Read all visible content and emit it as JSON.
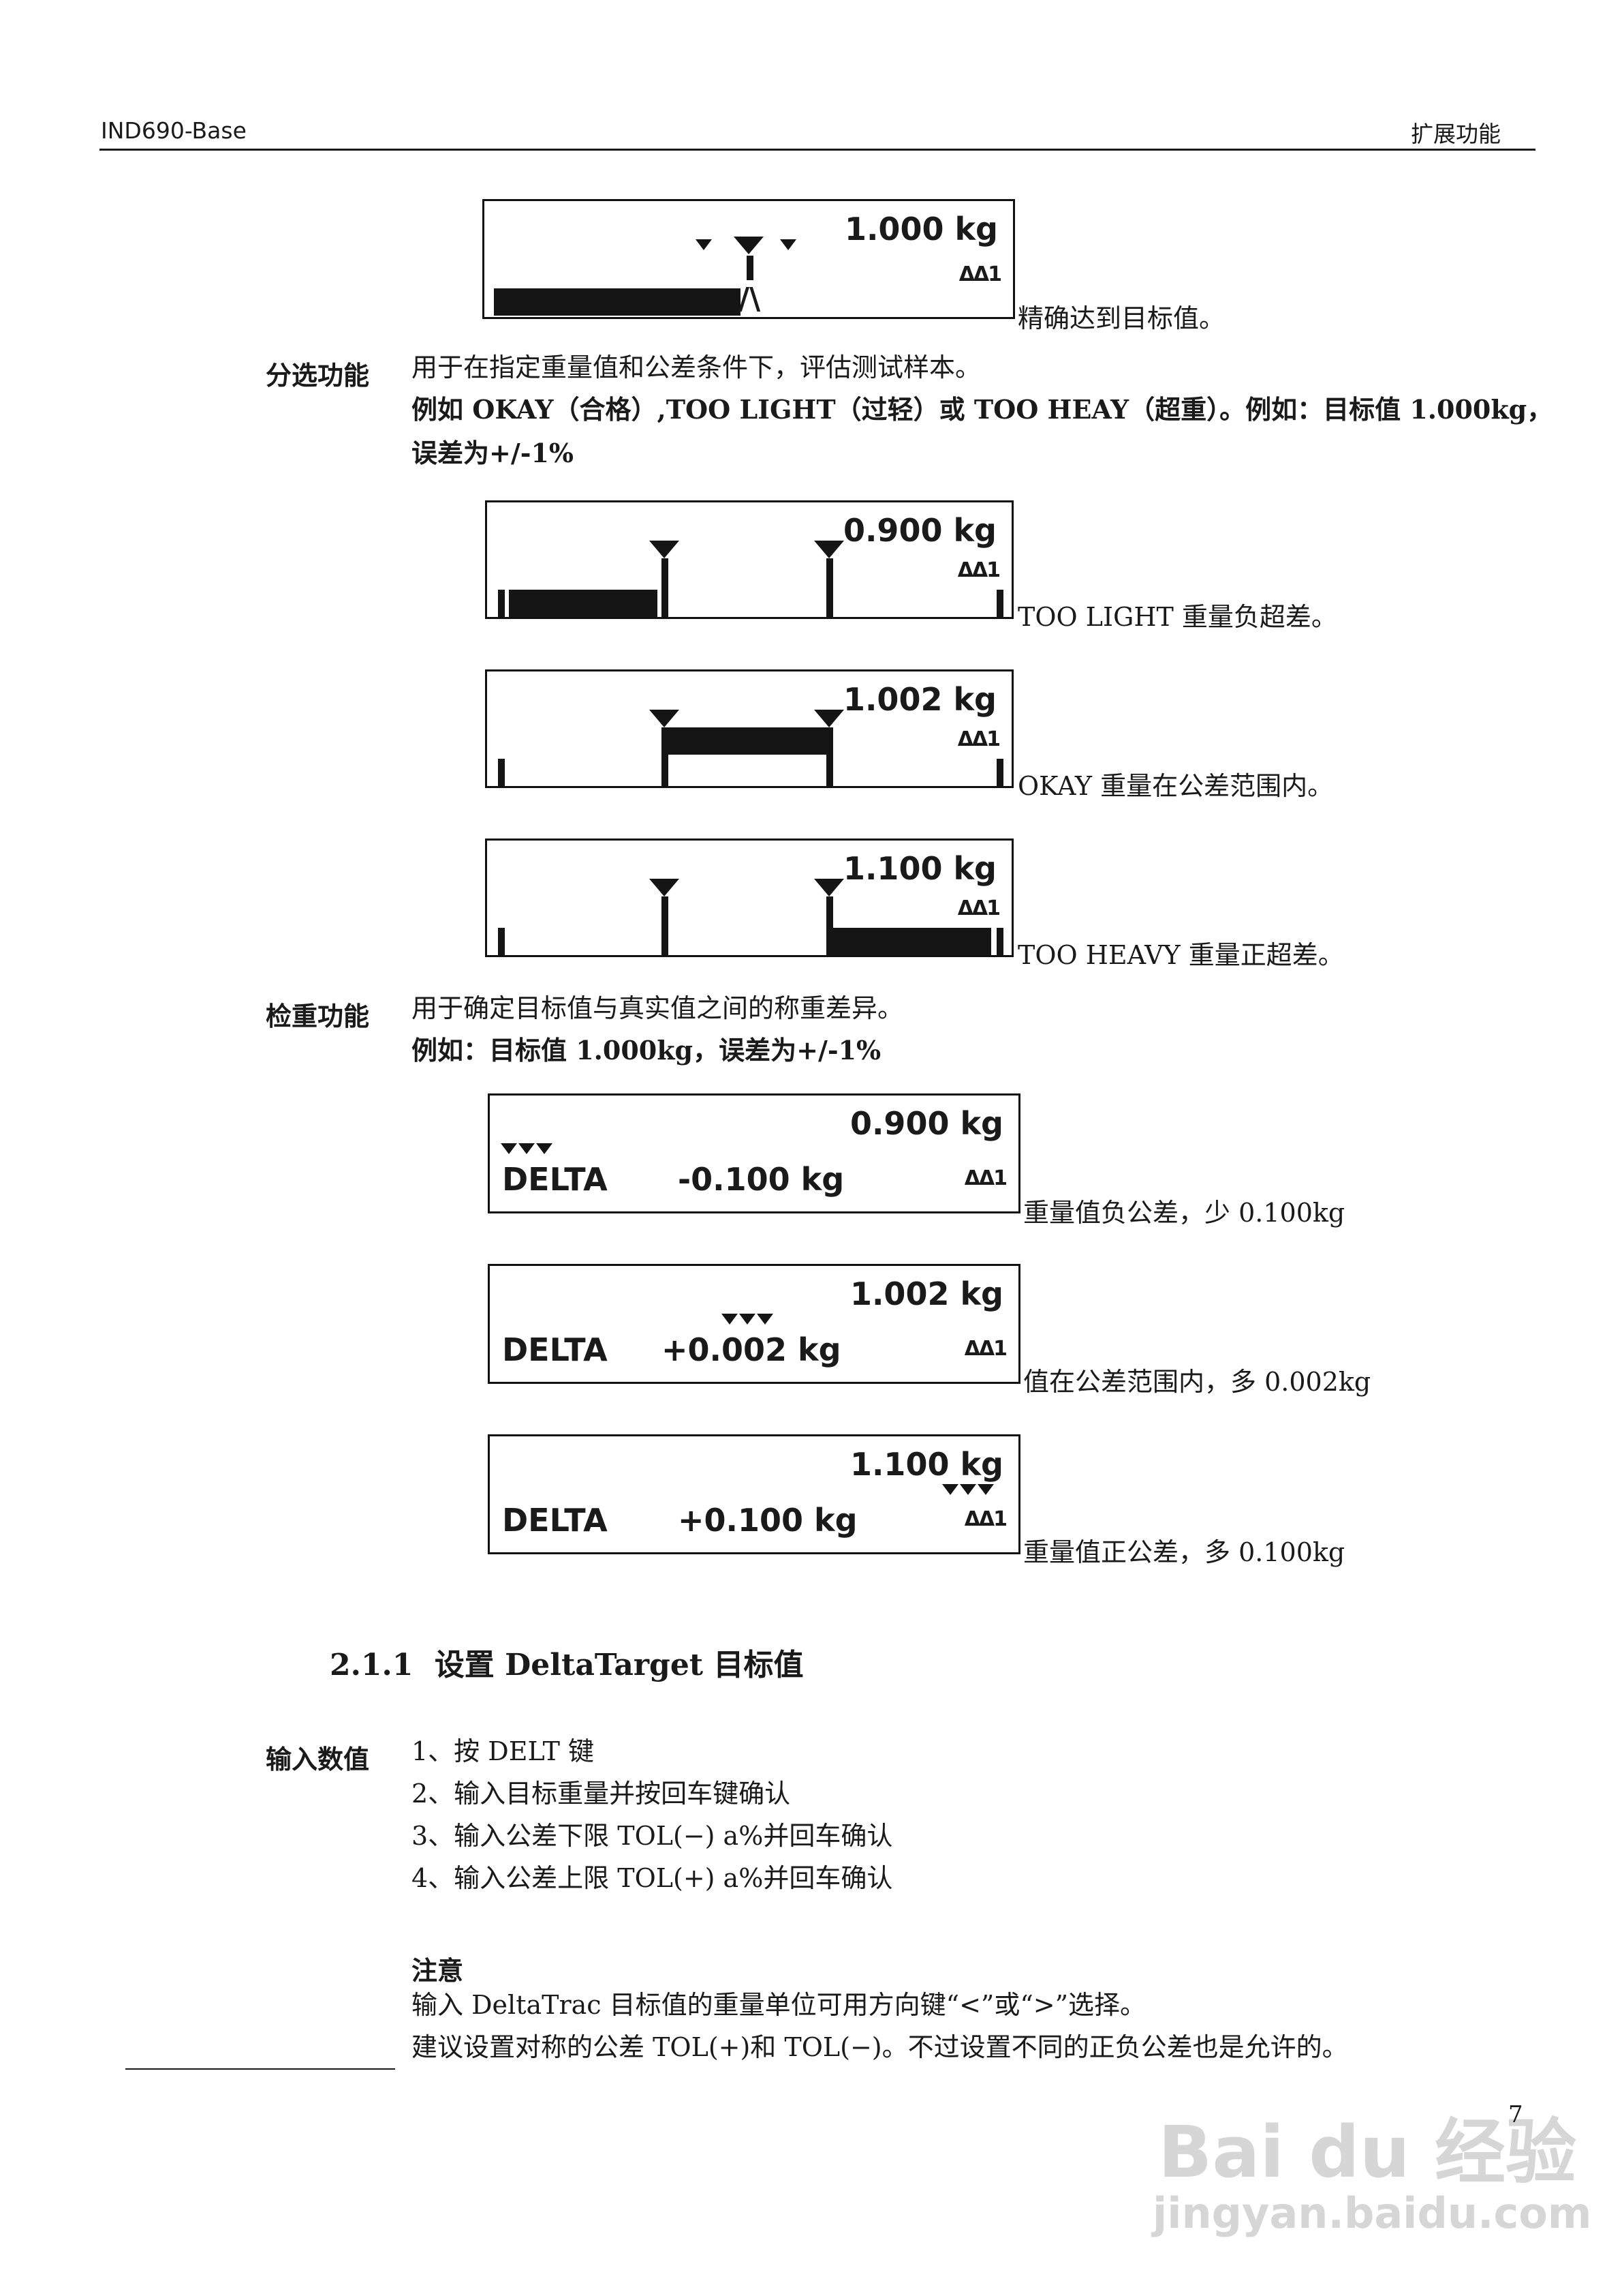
{
  "header": {
    "left": "IND690-Base",
    "right": "扩展功能"
  },
  "fig0": {
    "weight": "1.000 kg",
    "scale": "ΔΔ1",
    "caption": "精确达到目标值。"
  },
  "classify": {
    "label": "分选功能",
    "line1": "用于在指定重量值和公差条件下，评估测试样本。",
    "line2": "例如 OKAY（合格）,TOO LIGHT（过轻）或 TOO HEAY（超重）。例如：目标值 1.000kg，",
    "line3": "误差为+/-1%"
  },
  "fig1": {
    "weight": "0.900 kg",
    "scale": "ΔΔ1",
    "caption": "TOO LIGHT  重量负超差。"
  },
  "fig2": {
    "weight": "1.002 kg",
    "scale": "ΔΔ1",
    "caption": "OKAY  重量在公差范围内。"
  },
  "fig3": {
    "weight": "1.100 kg",
    "scale": "ΔΔ1",
    "caption": "TOO HEAVY  重量正超差。"
  },
  "check": {
    "label": "检重功能",
    "line1": "用于确定目标值与真实值之间的称重差异。",
    "line2": "例如：目标值 1.000kg，误差为+/-1%"
  },
  "fig4": {
    "weight": "0.900 kg",
    "delta_label": "DELTA",
    "delta_value": "-0.100 kg",
    "scale": "ΔΔ1",
    "caption": "重量值负公差，少 0.100kg"
  },
  "fig5": {
    "weight": "1.002 kg",
    "delta_label": "DELTA",
    "delta_value": "+0.002 kg",
    "scale": "ΔΔ1",
    "caption": "值在公差范围内，多 0.002kg"
  },
  "fig6": {
    "weight": "1.100 kg",
    "delta_label": "DELTA",
    "delta_value": "+0.100 kg",
    "scale": "ΔΔ1",
    "caption": "重量值正公差，多 0.100kg"
  },
  "section": {
    "number": "2.1.1",
    "title": "设置 DeltaTarget 目标值"
  },
  "input": {
    "label": "输入数值",
    "steps": [
      "1、按 DELT 键",
      "2、输入目标重量并按回车键确认",
      "3、输入公差下限 TOL(−) a%并回车确认",
      "4、输入公差上限 TOL(+) a%并回车确认"
    ]
  },
  "note": {
    "title": "注意",
    "line1": "输入 DeltaTrac 目标值的重量单位可用方向键“<”或“>”选择。",
    "line2": "建议设置对称的公差 TOL(+)和 TOL(−)。不过设置不同的正负公差也是允许的。"
  },
  "page_number": "7",
  "watermark": {
    "brand": "Bai du 经验",
    "url": "jingyan.baidu.com"
  }
}
